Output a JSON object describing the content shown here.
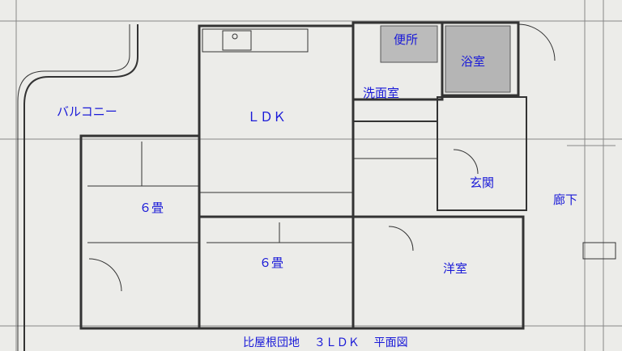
{
  "rooms": {
    "toilet": "便所",
    "bath": "浴室",
    "washroom": "洗面室",
    "ldk": "ＬＤＫ",
    "balcony": "バルコニー",
    "entrance": "玄関",
    "corridor": "廊下",
    "tatami_west": "６畳",
    "tatami_center": "６畳",
    "western_room": "洋室"
  },
  "caption": {
    "name": "比屋根団地",
    "layout": "３ＬＤＫ",
    "type": "平面図"
  }
}
